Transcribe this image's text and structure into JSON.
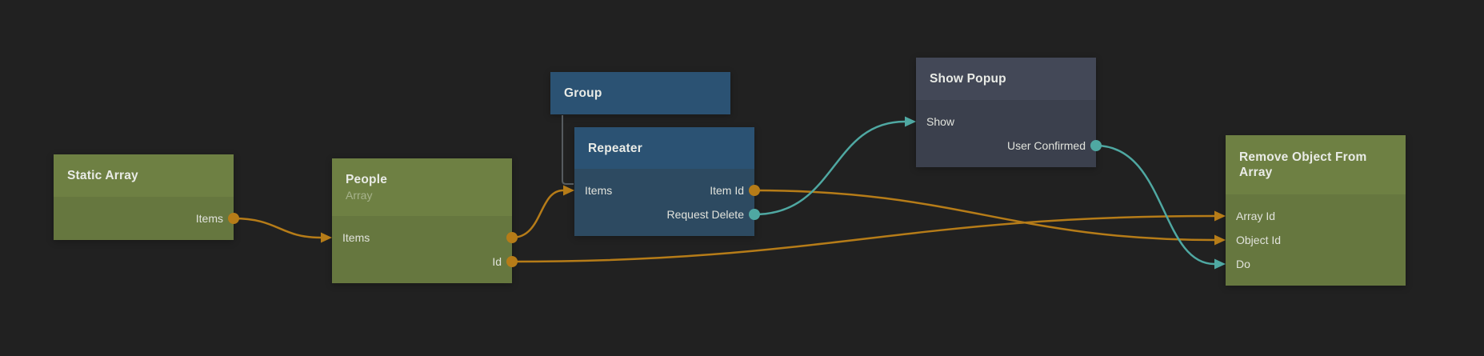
{
  "canvas": {
    "name": "node-graph-editor"
  },
  "colors": {
    "background": "#212121",
    "wire_orange": "#b67c18",
    "wire_teal": "#4fa8a2",
    "hierarchy_line": "#565b5f",
    "node_green_header": "#6e8043",
    "node_green_body": "#66773f",
    "node_blue_header": "#2b5273",
    "node_blue_body": "#2d4a61",
    "node_slate_header": "#434857",
    "node_slate_body": "#3b404d"
  },
  "nodes": {
    "static_array": {
      "title": "Static Array",
      "ports": [
        {
          "label": "Items",
          "direction": "output",
          "wire": "orange"
        }
      ]
    },
    "people": {
      "title": "People",
      "subtitle": "Array",
      "ports": [
        {
          "label": "Items",
          "direction": "input-output",
          "wire": "orange"
        },
        {
          "label": "Id",
          "direction": "output",
          "wire": "orange"
        }
      ]
    },
    "group": {
      "title": "Group",
      "ports": []
    },
    "repeater": {
      "title": "Repeater",
      "ports": [
        {
          "label": "Items",
          "direction": "input",
          "wire": "orange"
        },
        {
          "label": "Item Id",
          "direction": "output",
          "wire": "orange"
        },
        {
          "label": "Request Delete",
          "direction": "output",
          "wire": "teal"
        }
      ]
    },
    "show_popup": {
      "title": "Show Popup",
      "ports": [
        {
          "label": "Show",
          "direction": "input",
          "wire": "teal"
        },
        {
          "label": "User Confirmed",
          "direction": "output",
          "wire": "teal"
        }
      ]
    },
    "remove_object_from_array": {
      "title": "Remove Object From Array",
      "ports": [
        {
          "label": "Array Id",
          "direction": "input",
          "wire": "orange"
        },
        {
          "label": "Object Id",
          "direction": "input",
          "wire": "orange"
        },
        {
          "label": "Do",
          "direction": "input",
          "wire": "teal"
        }
      ]
    }
  },
  "connections": [
    {
      "from": "Static Array.Items",
      "to": "People.Items",
      "wire": "orange"
    },
    {
      "from": "People.Items",
      "to": "Repeater.Items",
      "wire": "orange"
    },
    {
      "from": "People.Id",
      "to": "Remove Object From Array.Array Id",
      "wire": "orange"
    },
    {
      "from": "Repeater.Item Id",
      "to": "Remove Object From Array.Object Id",
      "wire": "orange"
    },
    {
      "from": "Repeater.Request Delete",
      "to": "Show Popup.Show",
      "wire": "teal"
    },
    {
      "from": "Show Popup.User Confirmed",
      "to": "Remove Object From Array.Do",
      "wire": "teal"
    },
    {
      "from": "Group",
      "to": "Repeater",
      "type": "hierarchy"
    }
  ]
}
